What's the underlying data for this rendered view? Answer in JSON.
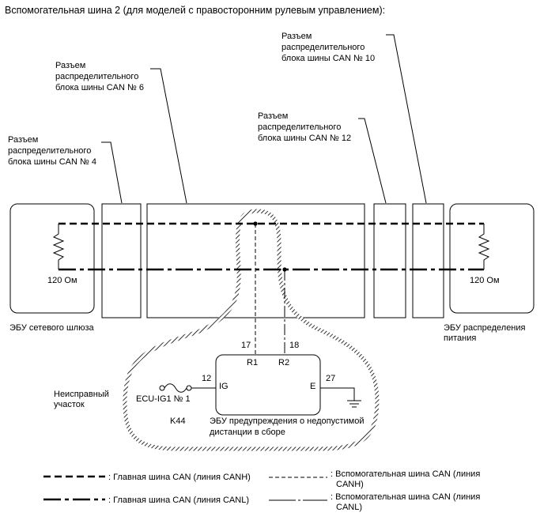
{
  "title": "Вспомогательная шина 2 (для моделей с правосторонним рулевым управлением):",
  "connectors": {
    "jc4": [
      "Разъем",
      "распределительного",
      "блока шины CAN № 4"
    ],
    "jc6": [
      "Разъем",
      "распределительного",
      "блока шины CAN № 6"
    ],
    "jc12": [
      "Разъем",
      "распределительного",
      "блока шины CAN № 12"
    ],
    "jc10": [
      "Разъем",
      "распределительного",
      "блока шины CAN № 10"
    ]
  },
  "ecus": {
    "gateway": {
      "label": "ЭБУ сетевого шлюза",
      "resistor": "120 Ом"
    },
    "power": {
      "label": [
        "ЭБУ распределения",
        "питания"
      ],
      "resistor": "120 Ом"
    },
    "warning": {
      "code": "K44",
      "label": [
        "ЭБУ предупреждения о недопустимой",
        "дистанции в сборе"
      ],
      "pins": {
        "r1_num": "17",
        "r1": "R1",
        "r2_num": "18",
        "r2": "R2",
        "ig_num": "12",
        "ig": "IG",
        "e_num": "27",
        "e": "E"
      },
      "fuse": "ECU-IG1 № 1"
    }
  },
  "faulty_area": [
    "Неисправный",
    "участок"
  ],
  "legend": {
    "main_canh": ": Главная шина CAN (линия CANH)",
    "main_canl": ": Главная шина CAN (линия CANL)",
    "sub_canh": [
      ": Вспомогательная шина CAN (линия",
      "CANH)"
    ],
    "sub_canl": [
      ": Вспомогательная шина CAN (линия",
      "CANL)"
    ]
  }
}
